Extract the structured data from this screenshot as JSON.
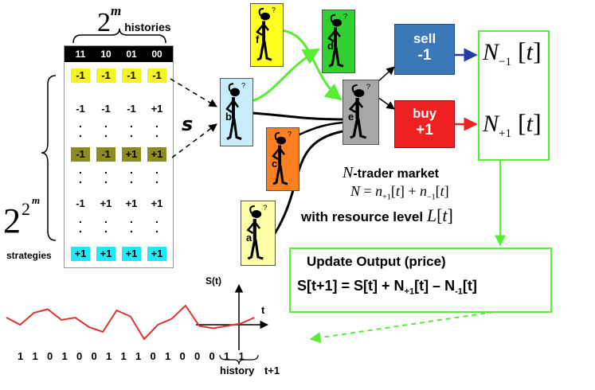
{
  "histories_label": {
    "base": "2",
    "exp": "m",
    "text": "histories"
  },
  "table": {
    "headers": [
      "11",
      "10",
      "01",
      "00"
    ],
    "rows": [
      {
        "values": [
          "-1",
          "-1",
          "-1",
          "-1"
        ],
        "highlight": "#f4f420"
      },
      {
        "values": [
          "-1",
          "-1",
          "-1",
          "+1"
        ],
        "highlight": ""
      },
      {
        "values": [
          "-1",
          "-1",
          "+1",
          "+1"
        ],
        "highlight": "#8c8c20"
      },
      {
        "values": [
          "-1",
          "+1",
          "+1",
          "+1"
        ],
        "highlight": ""
      },
      {
        "values": [
          "+1",
          "+1",
          "+1",
          "+1"
        ],
        "highlight": "#20e8f4"
      }
    ]
  },
  "strategies_label": {
    "base": "2",
    "exp1": "2",
    "exp2": "m",
    "text": "strategies"
  },
  "s_label": "s",
  "agents": [
    {
      "id": "f",
      "color": "#ffff20"
    },
    {
      "id": "d",
      "color": "#30d030"
    },
    {
      "id": "b",
      "color": "#c8ecf8"
    },
    {
      "id": "e",
      "color": "#a8a8a8"
    },
    {
      "id": "c",
      "color": "#ff8020"
    },
    {
      "id": "a",
      "color": "#ffffa8"
    }
  ],
  "sell_box": {
    "line1": "sell",
    "line2": "-1",
    "color": "#3a78b8"
  },
  "buy_box": {
    "line1": "buy",
    "line2": "+1",
    "color": "#ee2020"
  },
  "n_minus": {
    "var": "N",
    "sub": "−1",
    "arg": "t"
  },
  "n_plus": {
    "var": "N",
    "sub": "+1",
    "arg": "t"
  },
  "market": {
    "title_var": "N",
    "title_text": "-trader market",
    "eq_lhs": "N",
    "eq_rhs_var1": "n",
    "eq_rhs_sub1": "+1",
    "eq_rhs_var2": "n",
    "eq_rhs_sub2": "−1",
    "eq_arg": "t",
    "resource_text": "with resource level",
    "resource_var": "L",
    "resource_arg": "t"
  },
  "update": {
    "title": "Update Output (price)",
    "eq_a": "S[t+1] = S[t] + N",
    "eq_sub1": "+1",
    "eq_b": "[t] – N",
    "eq_sub2": "-1",
    "eq_c": "[t]"
  },
  "axis": {
    "y_label": "S(t)",
    "x_label": "t"
  },
  "bit_sequence": [
    "1",
    "1",
    "0",
    "1",
    "0",
    "0",
    "1",
    "1",
    "1",
    "0",
    "1",
    "0",
    "0",
    "0",
    "1",
    "1"
  ],
  "history_label": "history",
  "t1_label": "t+1",
  "chart_data": {
    "type": "line",
    "series": [
      {
        "values": [
          0.3,
          0.0,
          0.5,
          0.65,
          0.2,
          0.3,
          -0.1,
          -0.3,
          0.6,
          0.35,
          -0.6,
          0.0,
          0.25,
          0.8,
          -0.05,
          -0.15,
          -0.05,
          0.05,
          0.3
        ]
      }
    ]
  }
}
